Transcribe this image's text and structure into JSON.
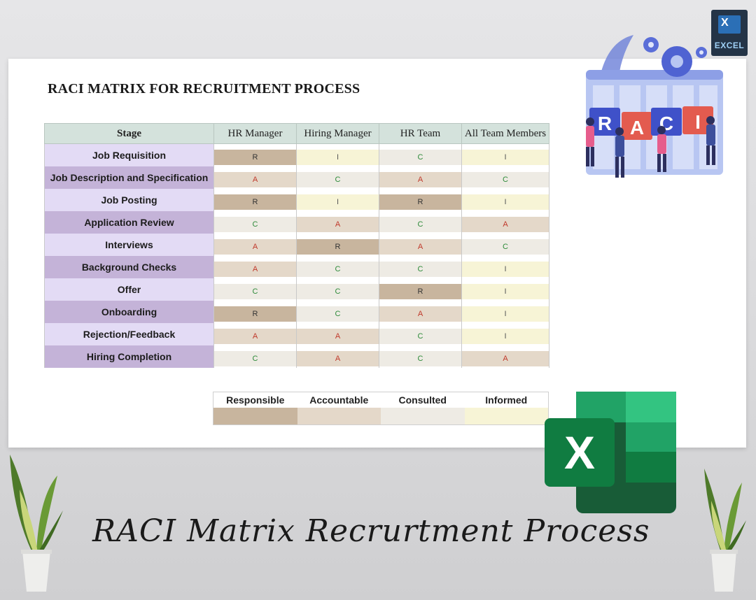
{
  "title": "RACI MATRIX FOR RECRUITMENT PROCESS",
  "columns": [
    "Stage",
    "HR Manager",
    "Hiring Manager",
    "HR Team",
    "All Team Members"
  ],
  "rows": [
    {
      "stage": "Job Requisition",
      "values": [
        "R",
        "I",
        "C",
        "I"
      ]
    },
    {
      "stage": "Job Description and Specification",
      "values": [
        "A",
        "C",
        "A",
        "C"
      ]
    },
    {
      "stage": "Job Posting",
      "values": [
        "R",
        "I",
        "R",
        "I"
      ]
    },
    {
      "stage": "Application Review",
      "values": [
        "C",
        "A",
        "C",
        "A"
      ]
    },
    {
      "stage": "Interviews",
      "values": [
        "A",
        "R",
        "A",
        "C"
      ]
    },
    {
      "stage": "Background Checks",
      "values": [
        "A",
        "C",
        "C",
        "I"
      ]
    },
    {
      "stage": "Offer",
      "values": [
        "C",
        "C",
        "R",
        "I"
      ]
    },
    {
      "stage": "Onboarding",
      "values": [
        "R",
        "C",
        "A",
        "I"
      ]
    },
    {
      "stage": "Rejection/Feedback",
      "values": [
        "A",
        "A",
        "C",
        "I"
      ]
    },
    {
      "stage": "Hiring Completion",
      "values": [
        "C",
        "A",
        "C",
        "A"
      ]
    }
  ],
  "legend": [
    {
      "label": "Responsible",
      "code": "R",
      "color": "#c8b59e"
    },
    {
      "label": "Accountable",
      "code": "A",
      "color": "#e4d8c9"
    },
    {
      "label": "Consulted",
      "code": "C",
      "color": "#eeebe4"
    },
    {
      "label": "Informed",
      "code": "I",
      "color": "#f7f4d6"
    }
  ],
  "illustration": {
    "letters": [
      "R",
      "A",
      "C",
      "I"
    ]
  },
  "badge": {
    "label": "EXCEL",
    "letter": "X"
  },
  "excel_logo": {
    "letter": "X"
  },
  "tagline": "RACI Matrix Recrurtment Process",
  "colors": {
    "header_bg": "#d4e2dc",
    "stage_light": "#e3dbf5",
    "stage_dark": "#c4b3d8",
    "accountable_text": "#c0392b",
    "consulted_text": "#2e8b3a"
  }
}
